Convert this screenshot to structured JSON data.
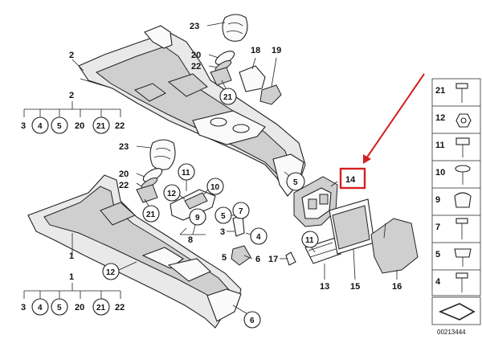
{
  "callouts": {
    "top_console": "2",
    "bottom_console": "1",
    "top_knob": "23",
    "bottom_knob": "23",
    "top_20": "20",
    "top_22": "22",
    "top_21": "21",
    "p18": "18",
    "p19": "19",
    "b20": "20",
    "b22": "22",
    "b21": "21",
    "b11": "11",
    "b12": "12",
    "b10": "10",
    "b9": "9",
    "b8": "8",
    "m5a": "5",
    "m7": "7",
    "m3": "3",
    "m4": "4",
    "m5b": "5",
    "m6": "6",
    "m17": "17",
    "c5": "5",
    "p14": "14",
    "p11": "11",
    "p13": "13",
    "p15": "15",
    "p16": "16",
    "p6": "6",
    "b12b": "12"
  },
  "tree_top": {
    "parent": "2",
    "children": [
      "3",
      "4",
      "5",
      "20",
      "21",
      "22"
    ]
  },
  "tree_bottom": {
    "parent": "1",
    "children": [
      "3",
      "4",
      "5",
      "20",
      "21",
      "22"
    ]
  },
  "side_legend": [
    "21",
    "12",
    "11",
    "10",
    "9",
    "7",
    "5",
    "4"
  ],
  "diagram_number": "00213444",
  "highlight_color": "#d32020"
}
